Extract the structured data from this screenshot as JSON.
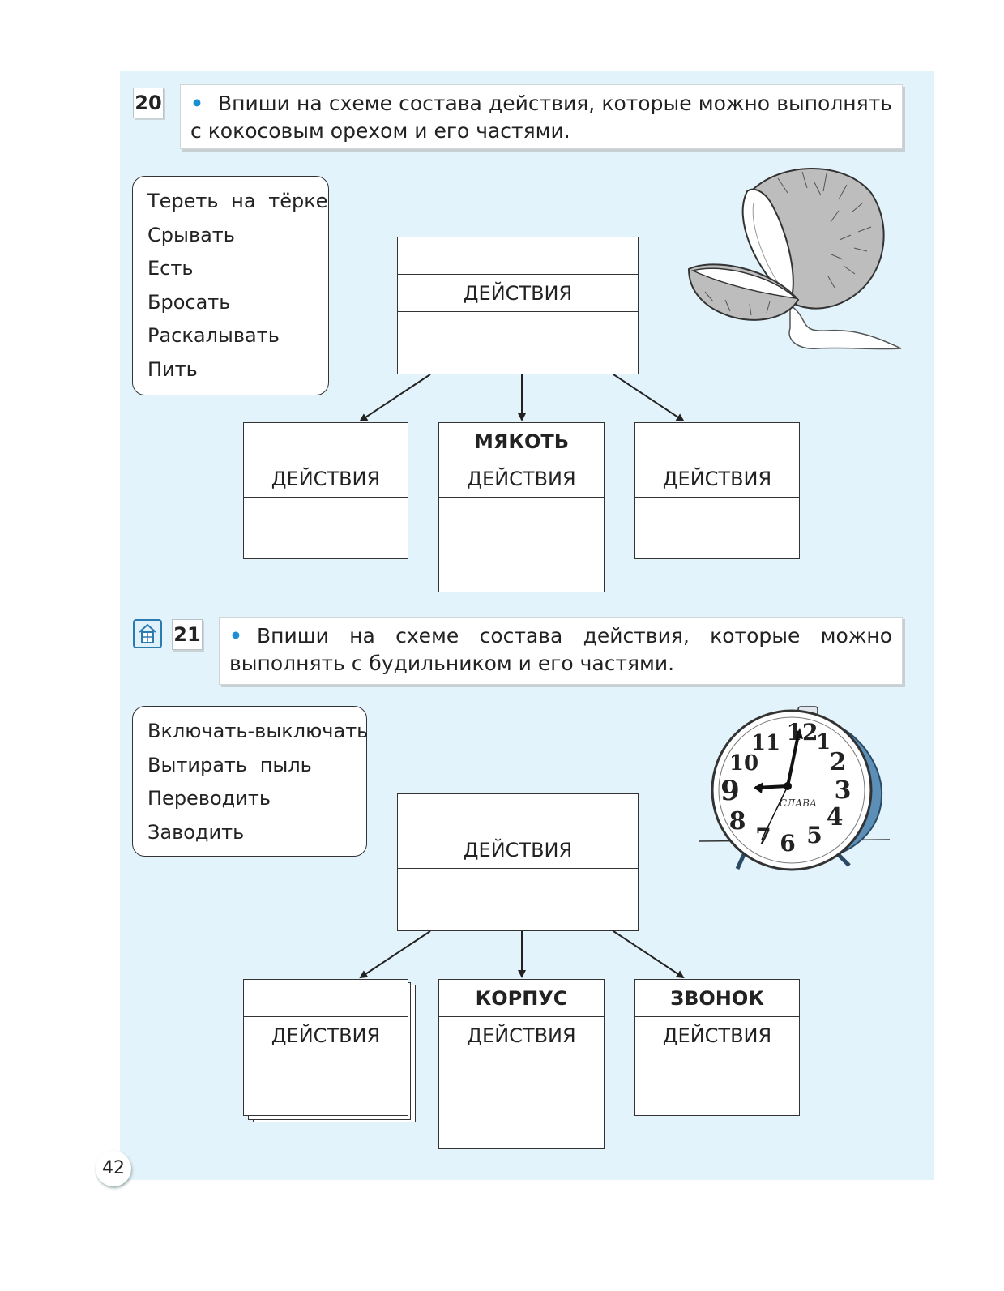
{
  "page_number": "42",
  "task20": {
    "number": "20",
    "instruction": "Впиши на схеме состава действия, которые можно выполнять с кокосовым орехом и его частями.",
    "words": [
      "Тереть на тёрке",
      "Срывать",
      "Есть",
      "Бросать",
      "Раскалывать",
      "Пить"
    ],
    "top_box": {
      "title": "",
      "label": "ДЕЙСТВИЯ"
    },
    "parts": [
      {
        "title": "",
        "label": "ДЕЙСТВИЯ"
      },
      {
        "title": "МЯКОТЬ",
        "label": "ДЕЙСТВИЯ"
      },
      {
        "title": "",
        "label": "ДЕЙСТВИЯ"
      }
    ],
    "illustration": "coconut-icon"
  },
  "task21": {
    "number": "21",
    "instruction": "Впиши на схеме состава действия, которые можно выполнять с будильником и его частями.",
    "words": [
      "Включать-выключать",
      "Вытирать пыль",
      "Переводить",
      "Заводить"
    ],
    "top_box": {
      "title": "",
      "label": "ДЕЙСТВИЯ"
    },
    "parts": [
      {
        "title": "",
        "label": "ДЕЙСТВИЯ"
      },
      {
        "title": "КОРПУС",
        "label": "ДЕЙСТВИЯ"
      },
      {
        "title": "ЗВОНОК",
        "label": "ДЕЙСТВИЯ"
      }
    ],
    "illustration": "alarm-clock-icon",
    "clock_brand": "СЛАВА",
    "clock_numbers": [
      "12",
      "1",
      "2",
      "3",
      "4",
      "5",
      "6",
      "7",
      "8",
      "9",
      "10",
      "11"
    ]
  }
}
